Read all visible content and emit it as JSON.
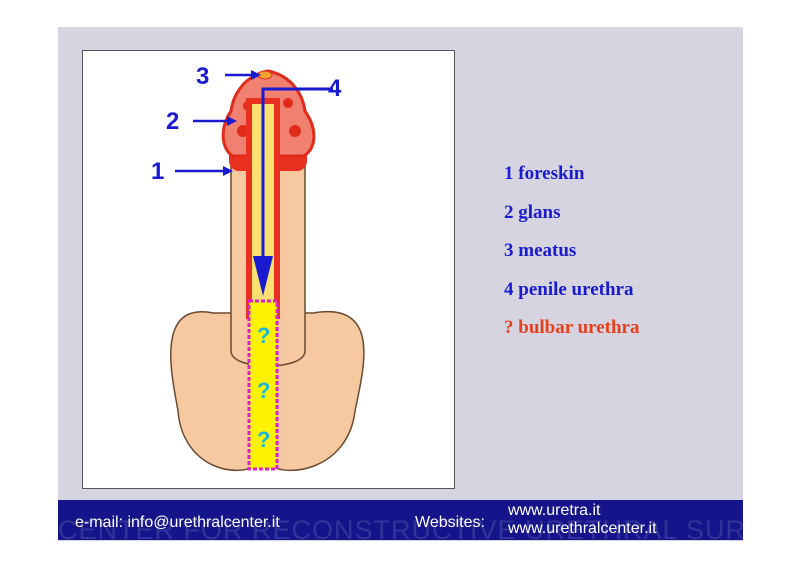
{
  "figure": {
    "labels": [
      "1",
      "2",
      "3",
      "4"
    ],
    "question_marks": [
      "?",
      "?",
      "?"
    ]
  },
  "legend": {
    "items": [
      {
        "text": "1 foreskin",
        "color": "#1a1ad0"
      },
      {
        "text": "2 glans",
        "color": "#1a1ad0"
      },
      {
        "text": "3 meatus",
        "color": "#1a1ad0"
      },
      {
        "text": "4 penile urethra",
        "color": "#1a1ad0"
      },
      {
        "text": "? bulbar urethra",
        "color": "#e8401a"
      }
    ]
  },
  "footer": {
    "watermark": "CENTER FOR RECONSTRUCTIVE URETHRAL SURGERY",
    "email": "e-mail: info@urethralcenter.it",
    "websites_label": "Websites:",
    "website1": "www.uretra.it",
    "website2": "www.urethralcenter.it"
  }
}
